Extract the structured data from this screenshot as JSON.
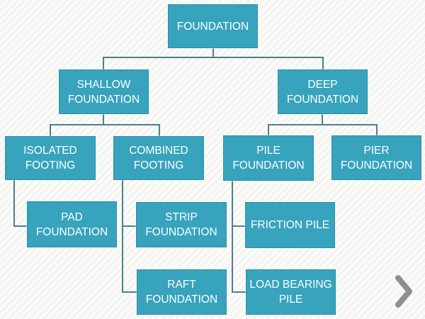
{
  "diagram": {
    "type": "hierarchy",
    "nodes": {
      "foundation": {
        "label": "FOUNDATION"
      },
      "shallow": {
        "label": "SHALLOW FOUNDATION"
      },
      "deep": {
        "label": "DEEP FOUNDATION"
      },
      "isolated": {
        "label": "ISOLATED FOOTING"
      },
      "combined": {
        "label": "COMBINED FOOTING"
      },
      "pile": {
        "label": "PILE FOUNDATION"
      },
      "pier": {
        "label": "PIER FOUNDATION"
      },
      "pad": {
        "label": "PAD FOUNDATION"
      },
      "strip": {
        "label": "STRIP FOUNDATION"
      },
      "friction": {
        "label": "FRICTION PILE"
      },
      "raft": {
        "label": "RAFT FOUNDATION"
      },
      "load_bearing": {
        "label": "LOAD BEARING PILE"
      }
    },
    "edges": [
      [
        "FOUNDATION",
        "SHALLOW FOUNDATION"
      ],
      [
        "FOUNDATION",
        "DEEP FOUNDATION"
      ],
      [
        "SHALLOW FOUNDATION",
        "ISOLATED FOOTING"
      ],
      [
        "SHALLOW FOUNDATION",
        "COMBINED FOOTING"
      ],
      [
        "DEEP FOUNDATION",
        "PILE FOUNDATION"
      ],
      [
        "DEEP FOUNDATION",
        "PIER FOUNDATION"
      ],
      [
        "ISOLATED FOOTING",
        "PAD FOUNDATION"
      ],
      [
        "COMBINED FOOTING",
        "STRIP FOUNDATION"
      ],
      [
        "COMBINED FOOTING",
        "RAFT FOUNDATION"
      ],
      [
        "PILE FOUNDATION",
        "FRICTION PILE"
      ],
      [
        "PILE FOUNDATION",
        "LOAD BEARING PILE"
      ]
    ],
    "colors": {
      "node_fill": "#37a3bd",
      "node_border": "#2c8ea6",
      "node_text": "#ffffff",
      "connector": "#4d7f8b",
      "chevron": "#8f8f8f",
      "background": "#f7f7f5"
    }
  },
  "nav": {
    "next_icon": "chevron-right"
  }
}
